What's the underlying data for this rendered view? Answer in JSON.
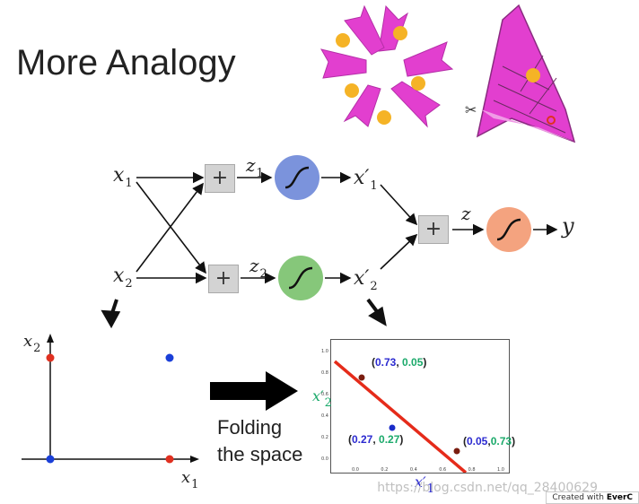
{
  "title": "More Analogy",
  "network": {
    "inputs": [
      {
        "name": "x",
        "sub": "1"
      },
      {
        "name": "x",
        "sub": "2"
      }
    ],
    "z_labels": [
      {
        "name": "z",
        "sub": "1"
      },
      {
        "name": "z",
        "sub": "2"
      }
    ],
    "hidden_outputs": [
      {
        "name": "x′",
        "sub": "1"
      },
      {
        "name": "x′",
        "sub": "2"
      }
    ],
    "plus_symbol": "+",
    "z_out": "z",
    "y_out": "y",
    "colors": {
      "sigmoid1": "#7b93dc",
      "sigmoid2": "#86c77a",
      "sigmoid_out": "#f4a37f",
      "plus_fill": "#d3d3d3"
    }
  },
  "left_plot": {
    "ylabel": {
      "name": "x",
      "sub": "2"
    },
    "xlabel": {
      "name": "x",
      "sub": "1"
    },
    "colors": {
      "red": "#e03020",
      "blue": "#1a3fd8"
    }
  },
  "folding_text": [
    "Folding",
    "the space"
  ],
  "right_plot": {
    "yticks": [
      "0.0",
      "0.2",
      "0.4",
      "0.6",
      "0.8",
      "1.0"
    ],
    "xticks": [
      "0.0",
      "0.2",
      "0.4",
      "0.6",
      "0.8",
      "1.0"
    ],
    "ylabel": {
      "name": "x′",
      "sub": "2"
    },
    "xlabel": {
      "name": "x′",
      "sub": "1"
    },
    "points": [
      {
        "x": "0.73",
        "y": "0.05"
      },
      {
        "x": "0.27",
        "y": "0.27"
      },
      {
        "x": "0.05",
        "y": "0.73"
      }
    ],
    "colors": {
      "line": "#e52b1a",
      "point_dark": "#7a1d10",
      "point_blue": "#1a2cc8"
    }
  },
  "watermark": "https://blog.csdn.net/qq_28400629",
  "evercam": {
    "prefix": "Created with ",
    "brand": "EverC"
  }
}
